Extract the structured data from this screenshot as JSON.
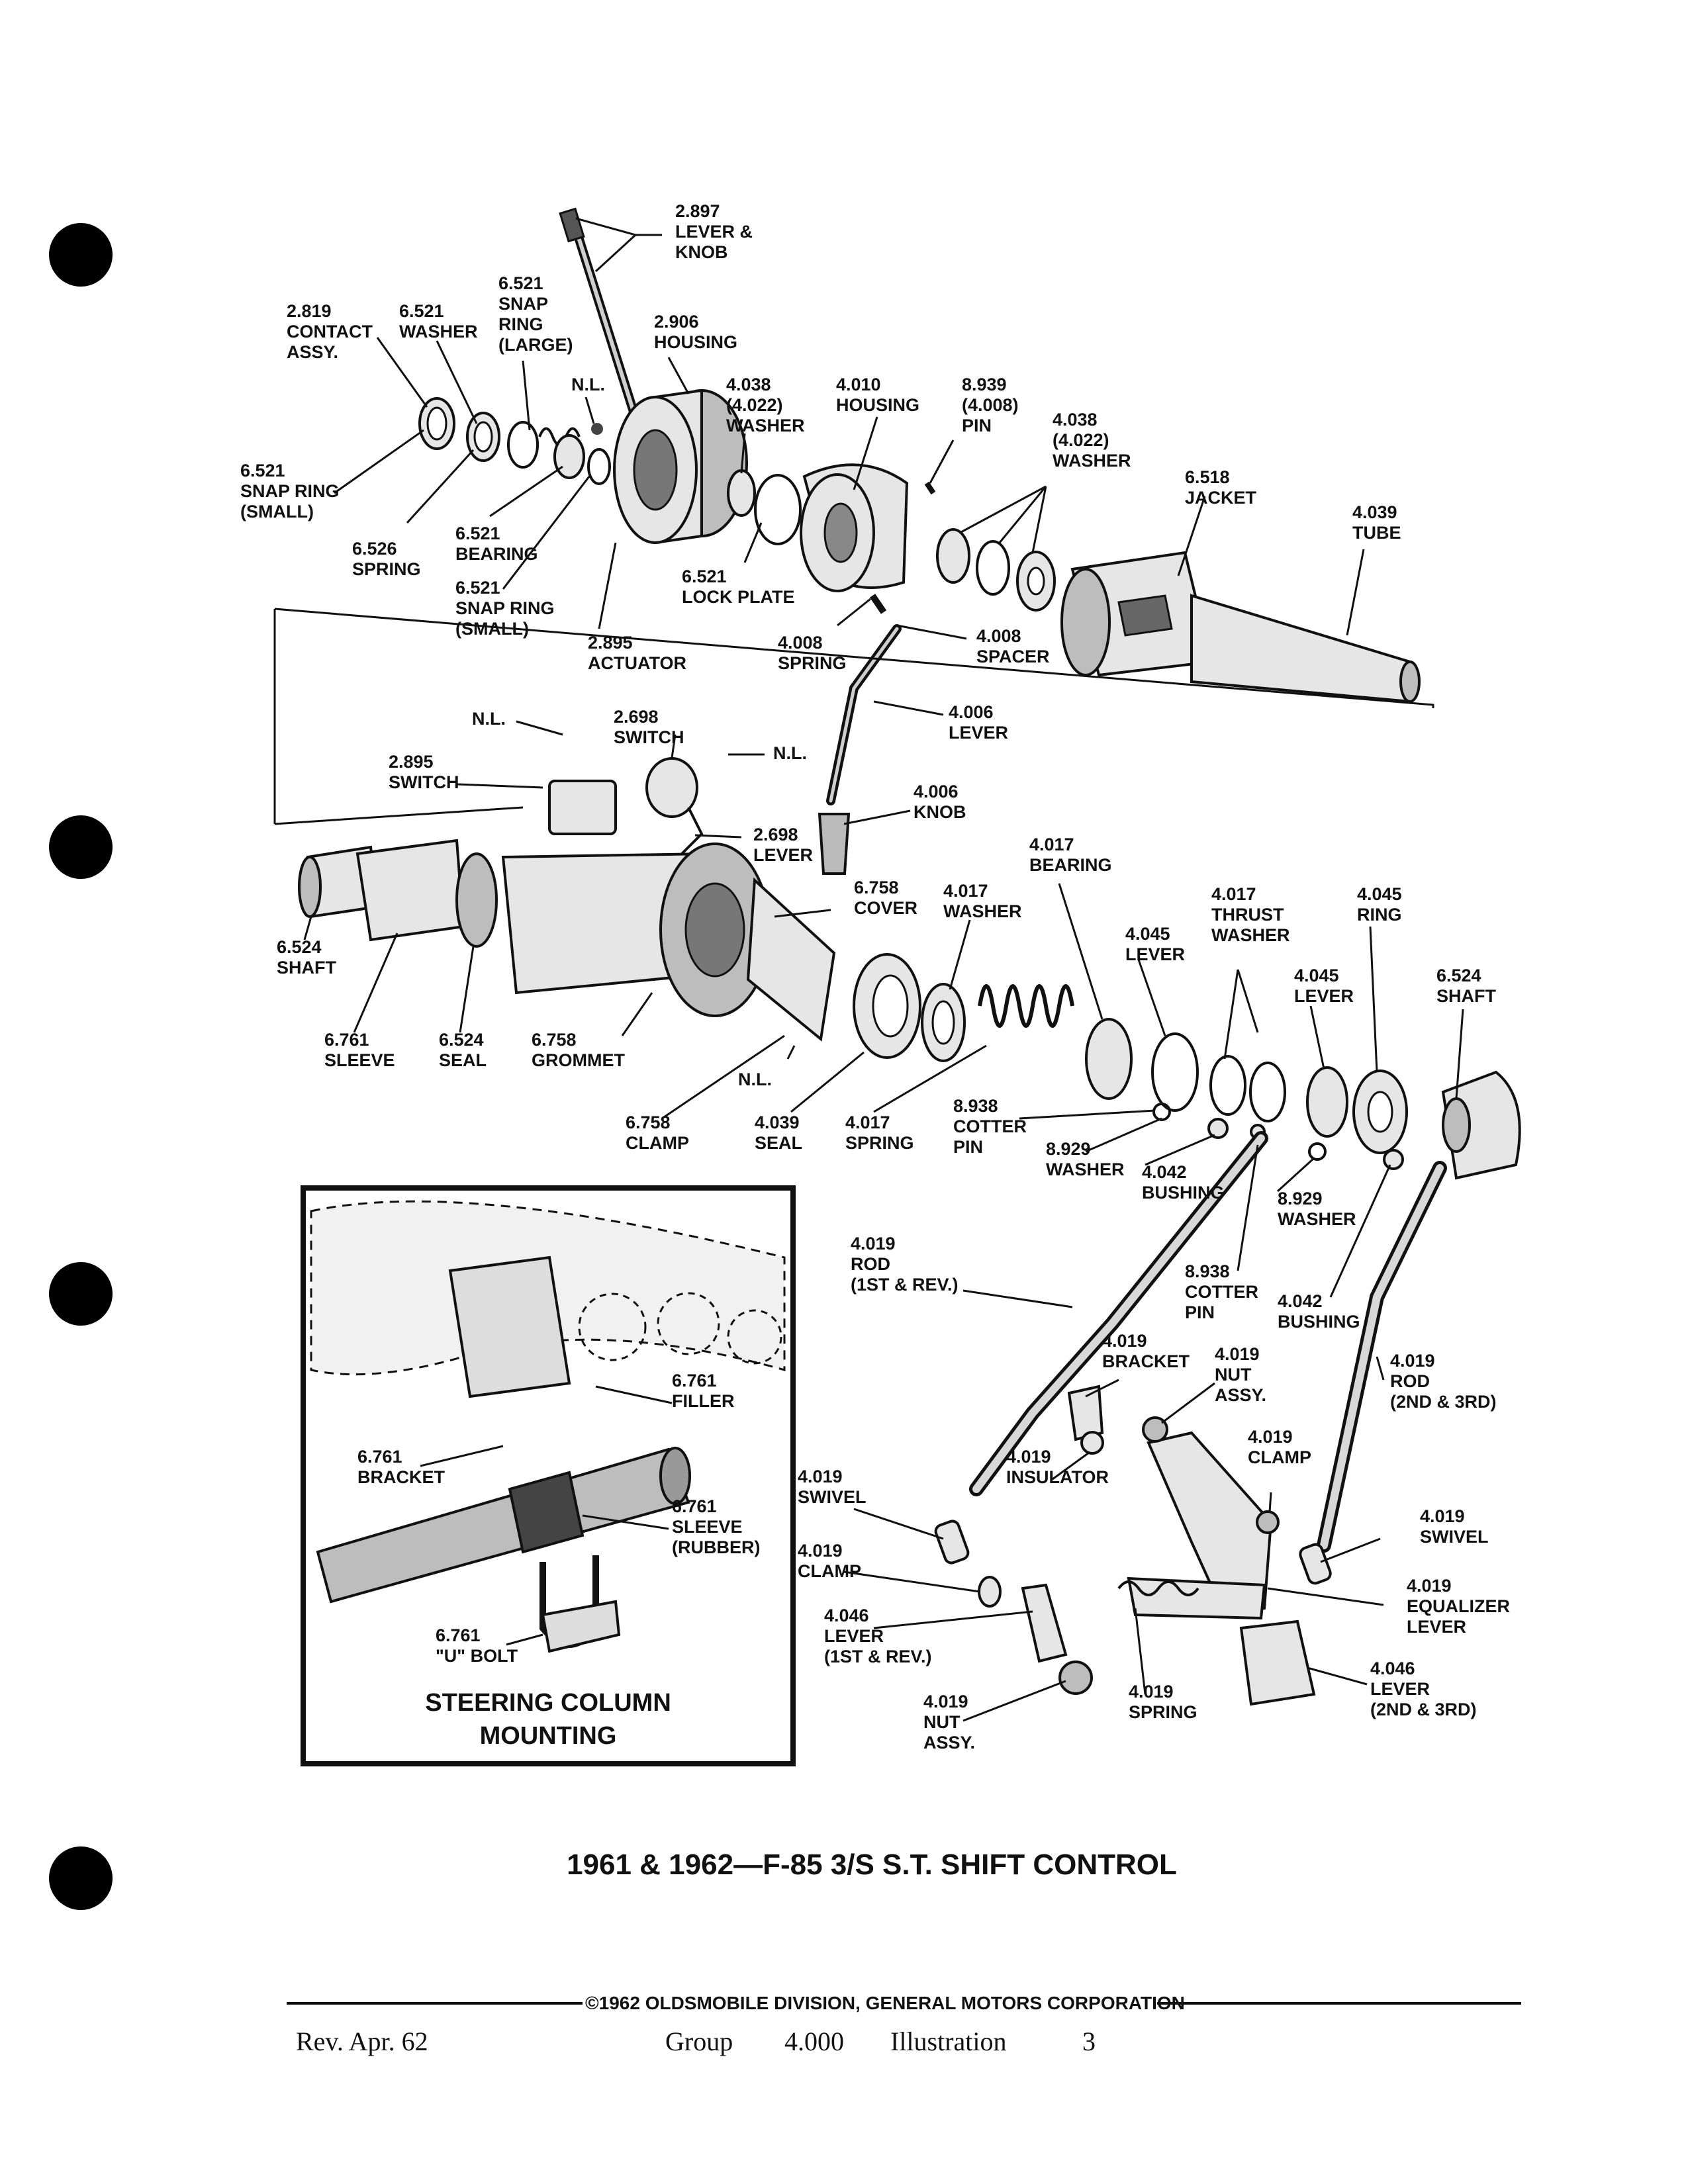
{
  "title": "1961 & 1962—F-85 3/S S.T. SHIFT CONTROL",
  "inset": {
    "title_line1": "STEERING COLUMN",
    "title_line2": "MOUNTING",
    "labels": [
      {
        "id": "i1",
        "lines": [
          "6.761",
          "FILLER"
        ]
      },
      {
        "id": "i2",
        "lines": [
          "6.761",
          "BRACKET"
        ]
      },
      {
        "id": "i3",
        "lines": [
          "6.761",
          "SLEEVE",
          "(RUBBER)"
        ]
      },
      {
        "id": "i4",
        "lines": [
          "6.761",
          "\"U\" BOLT"
        ]
      }
    ]
  },
  "labels": [
    {
      "id": "l1",
      "lines": [
        "2.897",
        "LEVER &",
        "KNOB"
      ]
    },
    {
      "id": "l2",
      "lines": [
        "2.819",
        "CONTACT",
        "ASSY."
      ]
    },
    {
      "id": "l3",
      "lines": [
        "6.521",
        "WASHER"
      ]
    },
    {
      "id": "l4",
      "lines": [
        "6.521",
        "SNAP",
        "RING",
        "(LARGE)"
      ]
    },
    {
      "id": "l5",
      "lines": [
        "2.906",
        "HOUSING"
      ]
    },
    {
      "id": "l6",
      "lines": [
        "N.L."
      ]
    },
    {
      "id": "l7",
      "lines": [
        "4.038",
        "(4.022)",
        "WASHER"
      ]
    },
    {
      "id": "l8",
      "lines": [
        "4.010",
        "HOUSING"
      ]
    },
    {
      "id": "l9",
      "lines": [
        "8.939",
        "(4.008)",
        "PIN"
      ]
    },
    {
      "id": "l10",
      "lines": [
        "4.038",
        "(4.022)",
        "WASHER"
      ]
    },
    {
      "id": "l11",
      "lines": [
        "6.518",
        "JACKET"
      ]
    },
    {
      "id": "l12",
      "lines": [
        "4.039",
        "TUBE"
      ]
    },
    {
      "id": "l13",
      "lines": [
        "6.521",
        "SNAP RING",
        "(SMALL)"
      ]
    },
    {
      "id": "l14",
      "lines": [
        "6.526",
        "SPRING"
      ]
    },
    {
      "id": "l15",
      "lines": [
        "6.521",
        "BEARING"
      ]
    },
    {
      "id": "l16",
      "lines": [
        "6.521",
        "SNAP RING",
        "(SMALL)"
      ]
    },
    {
      "id": "l17",
      "lines": [
        "2.895",
        "ACTUATOR"
      ]
    },
    {
      "id": "l18",
      "lines": [
        "6.521",
        "LOCK PLATE"
      ]
    },
    {
      "id": "l19",
      "lines": [
        "4.008",
        "SPRING"
      ]
    },
    {
      "id": "l20",
      "lines": [
        "4.008",
        "SPACER"
      ]
    },
    {
      "id": "l21",
      "lines": [
        "4.006",
        "LEVER"
      ]
    },
    {
      "id": "l22",
      "lines": [
        "N.L."
      ]
    },
    {
      "id": "l23",
      "lines": [
        "2.698",
        "SWITCH"
      ]
    },
    {
      "id": "l24",
      "lines": [
        "N.L."
      ]
    },
    {
      "id": "l25",
      "lines": [
        "2.895",
        "SWITCH"
      ]
    },
    {
      "id": "l26",
      "lines": [
        "4.006",
        "KNOB"
      ]
    },
    {
      "id": "l27",
      "lines": [
        "2.698",
        "LEVER"
      ]
    },
    {
      "id": "l28",
      "lines": [
        "4.017",
        "BEARING"
      ]
    },
    {
      "id": "l29",
      "lines": [
        "6.758",
        "COVER"
      ]
    },
    {
      "id": "l30",
      "lines": [
        "4.017",
        "WASHER"
      ]
    },
    {
      "id": "l31",
      "lines": [
        "4.017",
        "THRUST",
        "WASHER"
      ]
    },
    {
      "id": "l32",
      "lines": [
        "4.045",
        "RING"
      ]
    },
    {
      "id": "l33",
      "lines": [
        "4.045",
        "LEVER"
      ]
    },
    {
      "id": "l34",
      "lines": [
        "4.045",
        "LEVER"
      ]
    },
    {
      "id": "l35",
      "lines": [
        "6.524",
        "SHAFT"
      ]
    },
    {
      "id": "l36",
      "lines": [
        "6.524",
        "SHAFT"
      ]
    },
    {
      "id": "l37",
      "lines": [
        "6.761",
        "SLEEVE"
      ]
    },
    {
      "id": "l38",
      "lines": [
        "6.524",
        "SEAL"
      ]
    },
    {
      "id": "l39",
      "lines": [
        "6.758",
        "GROMMET"
      ]
    },
    {
      "id": "l40",
      "lines": [
        "N.L."
      ]
    },
    {
      "id": "l41",
      "lines": [
        "6.758",
        "CLAMP"
      ]
    },
    {
      "id": "l42",
      "lines": [
        "4.039",
        "SEAL"
      ]
    },
    {
      "id": "l43",
      "lines": [
        "4.017",
        "SPRING"
      ]
    },
    {
      "id": "l44",
      "lines": [
        "8.938",
        "COTTER",
        "PIN"
      ]
    },
    {
      "id": "l45",
      "lines": [
        "8.929",
        "WASHER"
      ]
    },
    {
      "id": "l46",
      "lines": [
        "4.042",
        "BUSHING"
      ]
    },
    {
      "id": "l47",
      "lines": [
        "8.929",
        "WASHER"
      ]
    },
    {
      "id": "l48",
      "lines": [
        "8.938",
        "COTTER",
        "PIN"
      ]
    },
    {
      "id": "l49",
      "lines": [
        "4.042",
        "BUSHING"
      ]
    },
    {
      "id": "l50",
      "lines": [
        "4.019",
        "ROD",
        "(1ST & REV.)"
      ]
    },
    {
      "id": "l51",
      "lines": [
        "4.019",
        "BRACKET"
      ]
    },
    {
      "id": "l52",
      "lines": [
        "4.019",
        "NUT",
        "ASSY."
      ]
    },
    {
      "id": "l53",
      "lines": [
        "4.019",
        "ROD",
        "(2ND & 3RD)"
      ]
    },
    {
      "id": "l54",
      "lines": [
        "4.019",
        "CLAMP"
      ]
    },
    {
      "id": "l55",
      "lines": [
        "4.019",
        "INSULATOR"
      ]
    },
    {
      "id": "l56",
      "lines": [
        "4.019",
        "SWIVEL"
      ]
    },
    {
      "id": "l57",
      "lines": [
        "4.019",
        "SWIVEL"
      ]
    },
    {
      "id": "l58",
      "lines": [
        "4.019",
        "CLAMP"
      ]
    },
    {
      "id": "l59",
      "lines": [
        "4.019",
        "EQUALIZER",
        "LEVER"
      ]
    },
    {
      "id": "l60",
      "lines": [
        "4.046",
        "LEVER",
        "(1ST & REV.)"
      ]
    },
    {
      "id": "l61",
      "lines": [
        "4.046",
        "LEVER",
        "(2ND & 3RD)"
      ]
    },
    {
      "id": "l62",
      "lines": [
        "4.019",
        "NUT",
        "ASSY."
      ]
    },
    {
      "id": "l63",
      "lines": [
        "4.019",
        "SPRING"
      ]
    }
  ],
  "footer": {
    "copyright": "©1962 OLDSMOBILE DIVISION, GENERAL MOTORS CORPORATION",
    "revision": "Rev. Apr. 62",
    "group": "Group",
    "group_number": "4.000",
    "illustration": "Illustration",
    "illustration_number": "3"
  }
}
